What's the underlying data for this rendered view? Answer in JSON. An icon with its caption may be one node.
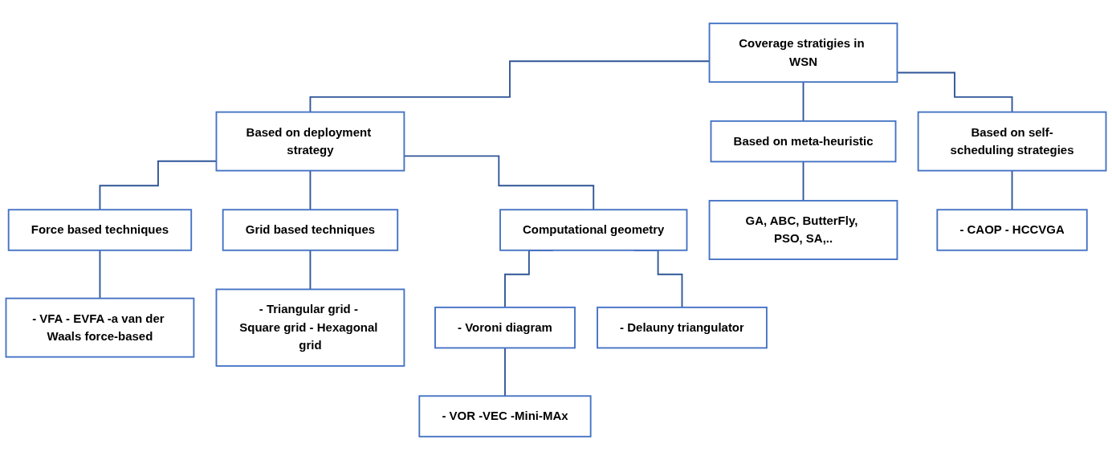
{
  "diagram": {
    "nodes": [
      {
        "text": [
          "Coverage stratigies in WSN"
        ]
      },
      {
        "text": [
          "Based on deployment strategy"
        ]
      },
      {
        "text": [
          "Based on meta-heuristic"
        ]
      },
      {
        "text": [
          "Based on self-scheduling strategies"
        ]
      },
      {
        "text": [
          "Force based techniques"
        ]
      },
      {
        "text": [
          "Grid based techniques"
        ]
      },
      {
        "text": [
          "Computational geometry"
        ]
      },
      {
        "text": [
          "- VFA - EVFA -a van der Waals force-based"
        ]
      },
      {
        "text": [
          "- Triangular grid - Square grid - Hexagonal grid"
        ]
      },
      {
        "text": [
          "- Voroni diagram"
        ]
      },
      {
        "text": [
          "- Delauny triangulator"
        ]
      },
      {
        "text": [
          "- VOR -VEC -Mini-MAx"
        ]
      },
      {
        "text": [
          "GA, ABC, ButterFly, PSO, SA,.."
        ]
      },
      {
        "text": [
          "- CAOP - HCCVGA"
        ]
      }
    ],
    "edges": [
      {
        "from": 0,
        "to": 1,
        "arrow": "none"
      },
      {
        "from": 0,
        "to": 2,
        "arrow": "none"
      },
      {
        "from": 0,
        "to": 3,
        "arrow": "none"
      },
      {
        "from": 1,
        "to": 4,
        "arrow": "none"
      },
      {
        "from": 1,
        "to": 5,
        "arrow": "none"
      },
      {
        "from": 1,
        "to": 6,
        "arrow": "none"
      },
      {
        "from": 4,
        "to": 7,
        "arrow": "none"
      },
      {
        "from": 5,
        "to": 8,
        "arrow": "none"
      },
      {
        "from": 6,
        "to": 9,
        "arrow": "none"
      },
      {
        "from": 6,
        "to": 10,
        "arrow": "none"
      },
      {
        "from": 9,
        "to": 11,
        "arrow": "none"
      },
      {
        "from": 2,
        "to": 12,
        "arrow": "none"
      },
      {
        "from": 3,
        "to": 13,
        "arrow": "none"
      }
    ]
  }
}
